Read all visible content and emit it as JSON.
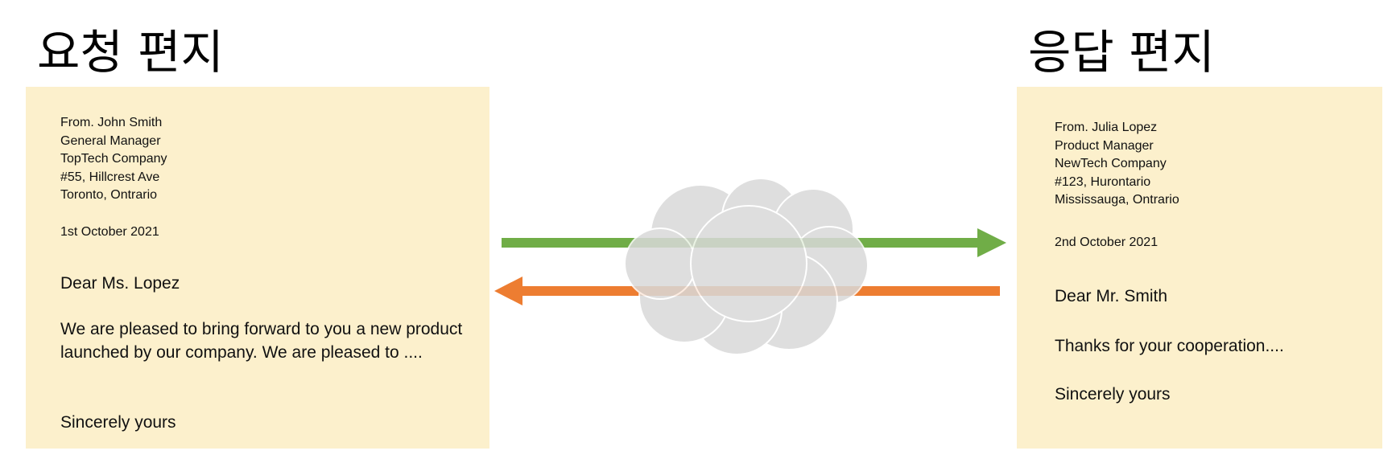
{
  "request_letter": {
    "heading": "요청 편지",
    "sender_lines": [
      "From. John Smith",
      "General Manager",
      "TopTech Company",
      "#55, Hillcrest Ave",
      "Toronto, Ontrario"
    ],
    "date": "1st October 2021",
    "greeting": "Dear Ms. Lopez",
    "body": "We are pleased to bring forward to you a new product launched by our company. We are pleased to ....",
    "closing": "Sincerely yours"
  },
  "response_letter": {
    "heading": "응답 편지",
    "sender_lines": [
      "From. Julia Lopez",
      "Product Manager",
      "NewTech Company",
      "#123, Hurontario",
      "Mississauga, Ontrario"
    ],
    "date": "2nd October 2021",
    "greeting": "Dear Mr. Smith",
    "body": "Thanks for your cooperation....",
    "closing": "Sincerely yours"
  },
  "colors": {
    "letter_background": "#fcf0cc",
    "request_arrow": "#70ad47",
    "response_arrow": "#ed7d31",
    "cloud_fill": "#d9d9d9",
    "cloud_outline": "#ffffff"
  },
  "icons": {
    "cloud": "network-cloud-icon",
    "request_arrow": "arrow-right-icon",
    "response_arrow": "arrow-left-icon"
  }
}
